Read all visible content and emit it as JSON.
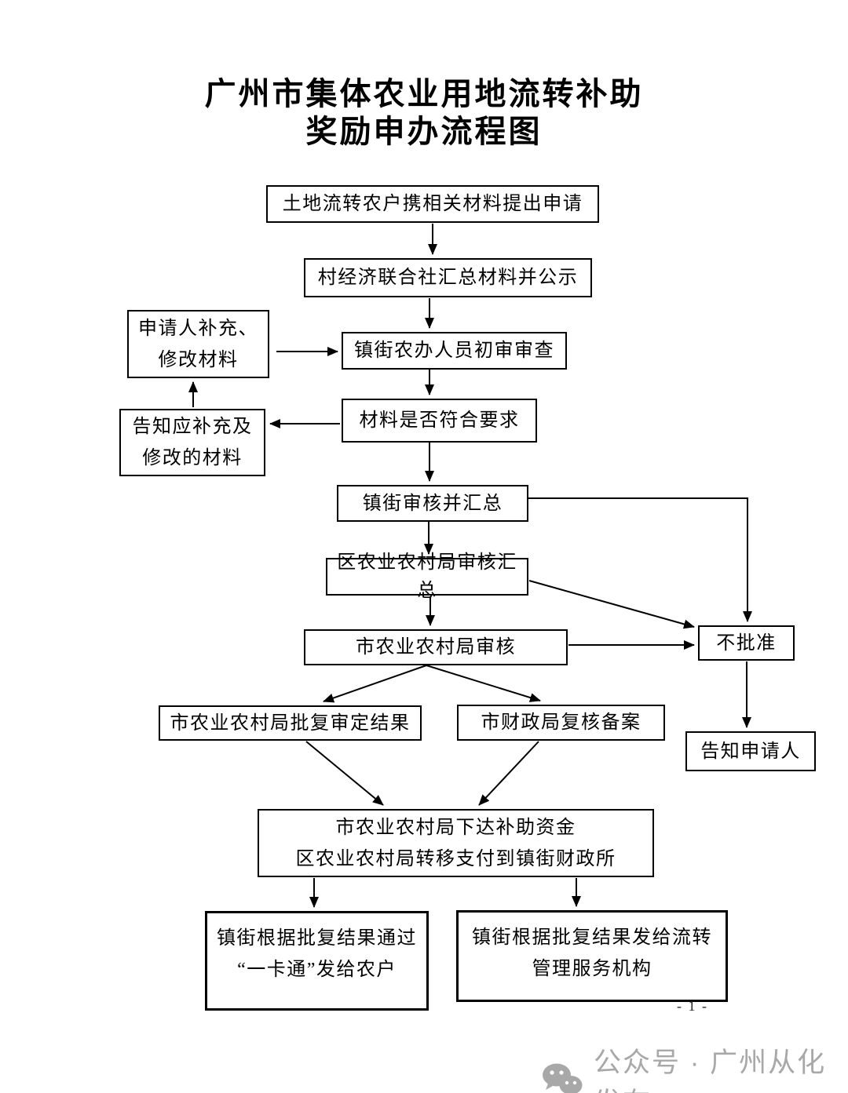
{
  "page": {
    "title_line1": "广州市集体农业用地流转补助",
    "title_line2": "奖励申办流程图",
    "page_number": "- 1 -",
    "footer_label": "公众号 · 广州从化发布"
  },
  "flowchart": {
    "line_color": "#000000",
    "box_background": "#ffffff",
    "watermark_color": "#a8a8a8",
    "nodes": {
      "apply": "土地流转农户携相关材料提出申请",
      "village": "村经济联合社汇总材料并公示",
      "supplement": "申请人补充、\n修改材料",
      "initial_review": "镇街农办人员初审审查",
      "notify_supplement": "告知应补充及\n修改的材料",
      "check": "材料是否符合要求",
      "town_review": "镇街审核并汇总",
      "district_review": "区农业农村局审核汇总",
      "city_review": "市农业农村局审核",
      "not_approved": "不批准",
      "city_result": "市农业农村局批复审定结果",
      "finance_review": "市财政局复核备案",
      "notify_applicant": "告知申请人",
      "funds": "市农业农村局下达补助资金\n区农业农村局转移支付到镇街财政所",
      "pay_farmers": "镇街根据批复结果通过\n“一卡通”发给农户",
      "pay_org": "镇街根据批复结果发给流转\n管理服务机构"
    }
  }
}
